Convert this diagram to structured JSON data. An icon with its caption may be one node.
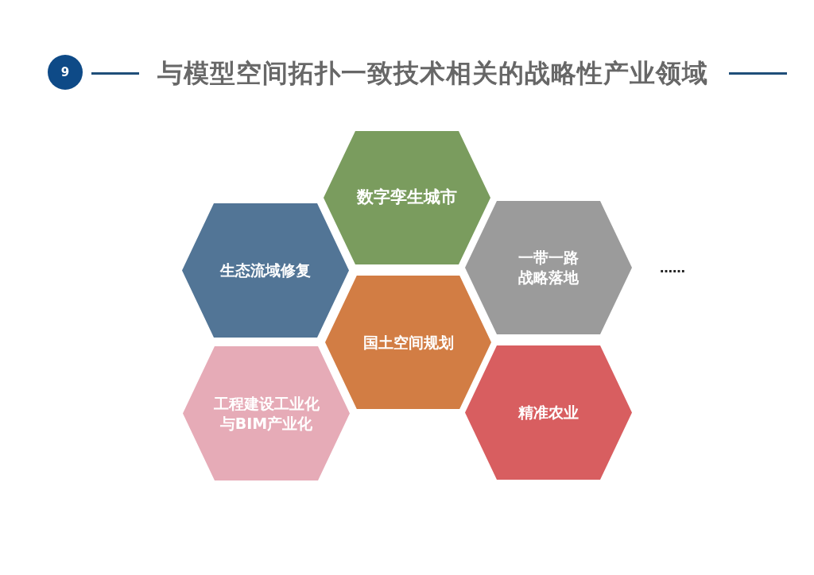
{
  "diagram": {
    "title": "与模型空间拓扑一致技术相关的战略性产业领域",
    "nodes": [
      {
        "text": [
          "数字孪生城市"
        ]
      },
      {
        "text": [
          "生态流域修复"
        ]
      },
      {
        "text": [
          "一带一路战略落地"
        ]
      },
      {
        "text": [
          "国土空间规划"
        ]
      },
      {
        "text": [
          "工程建设工业化与BIM产业化"
        ]
      },
      {
        "text": [
          "精准农业"
        ]
      }
    ],
    "labels": [
      "9",
      "……"
    ]
  }
}
